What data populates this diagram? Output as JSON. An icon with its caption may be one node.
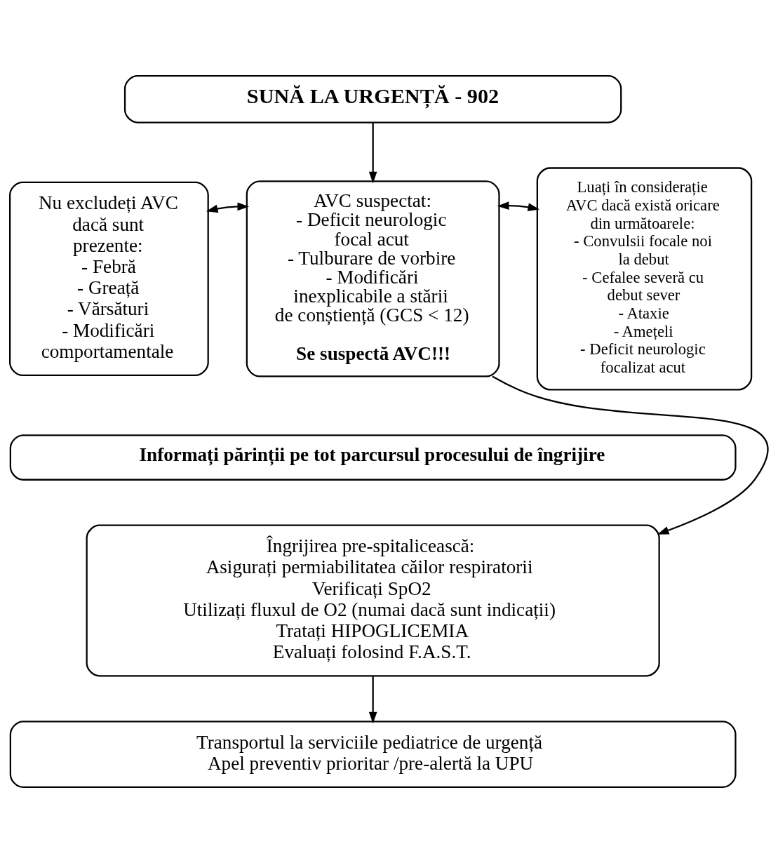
{
  "diagram": {
    "nodes": [
      {
        "text": [
          "SUNĂ LA URGENȚĂ - 902"
        ]
      },
      {
        "text": [
          "Nu excludeți AVC dacă sunt prezente:",
          "- Febră",
          "- Greață",
          "- Vărsături",
          "- Modificări comportamentale"
        ]
      },
      {
        "text": [
          "AVC suspectat:",
          "- Deficit neurologic focal acut",
          "- Tulburare de vorbire",
          "- Modificări inexplicabile a stării de conștiență (GCS < 12)",
          "Se suspectă AVC!!!"
        ]
      },
      {
        "text": [
          "Luați în considerație AVC dacă există oricare din următoarele:",
          "- Convulsii focale noi la debut",
          "- Cefalee severă cu debut sever",
          "- Ataxie",
          "- Amețeli",
          "- Deficit neurologic focalizat acut"
        ]
      },
      {
        "text": [
          "Informați părinții pe tot parcursul procesului de îngrijire"
        ]
      },
      {
        "text": [
          "Îngrijirea pre-spitalicească:",
          "Asigurați permiabilitatea căilor respiratorii",
          "Verificați SpO2",
          "Utilizați fluxul de O2 (numai dacă sunt indicații)",
          "Tratați HIPOGLICEMIA",
          "Evaluați folosind F.A.S.T."
        ]
      },
      {
        "text": [
          "Transportul la serviciile pediatrice de urgență",
          "Apel preventiv prioritar /pre-alertă la UPU"
        ]
      }
    ],
    "edges": [
      {
        "from": 0,
        "to": 2,
        "arrow": "to"
      },
      {
        "from": 1,
        "to": 2,
        "arrow": "both"
      },
      {
        "from": 2,
        "to": 3,
        "arrow": "both"
      },
      {
        "from": 2,
        "to": 5,
        "arrow": "to"
      },
      {
        "from": 5,
        "to": 6,
        "arrow": "to"
      }
    ]
  }
}
